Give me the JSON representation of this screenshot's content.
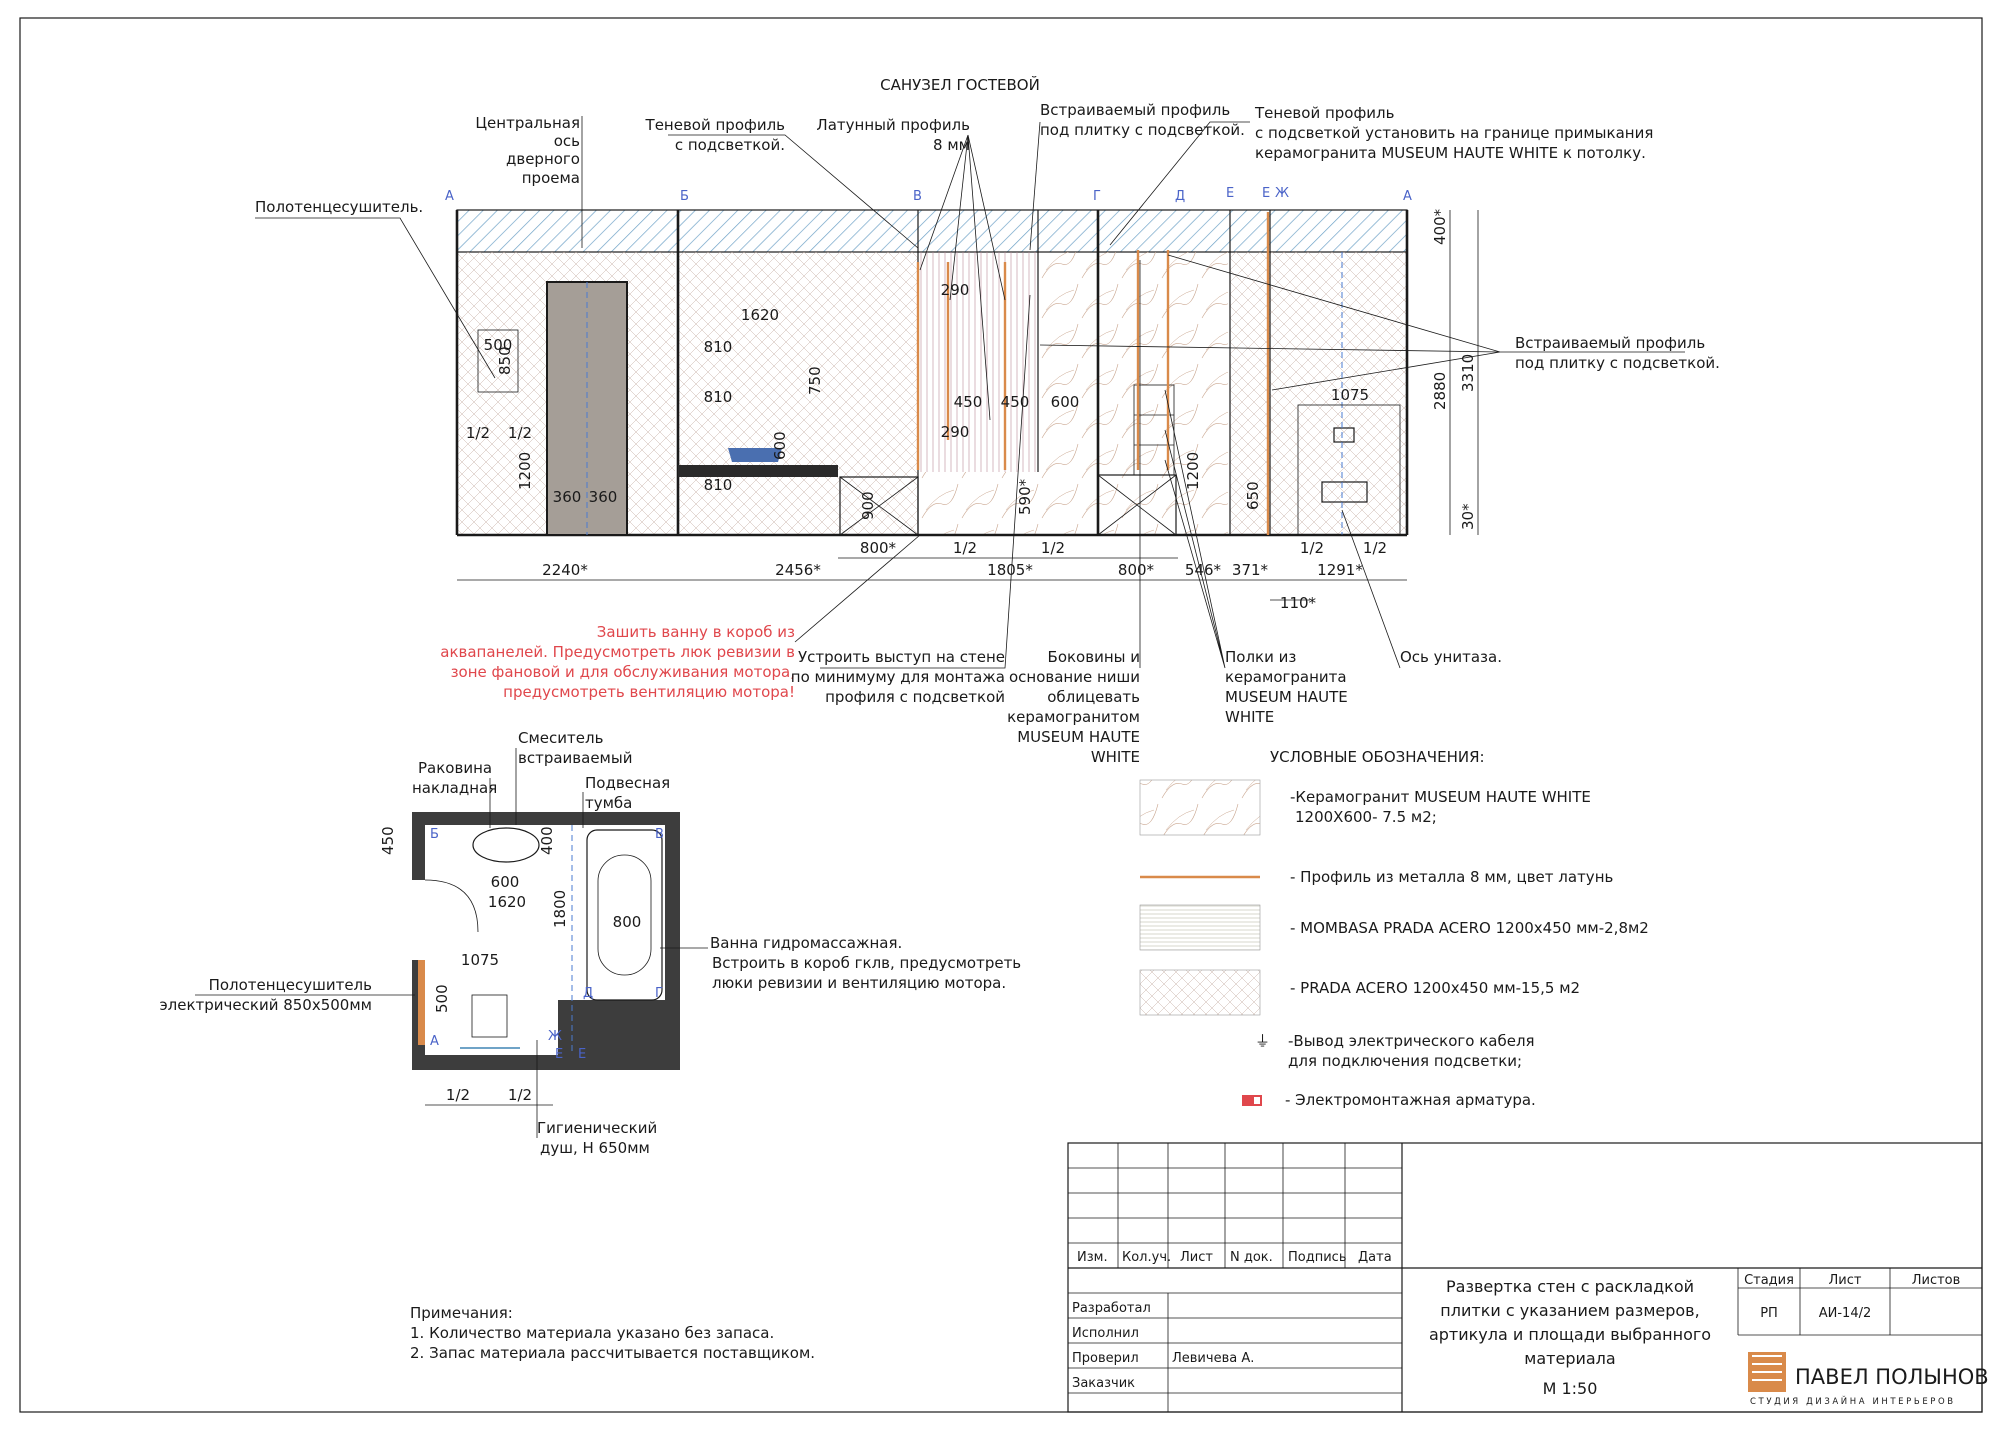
{
  "title": "САНУЗЕЛ ГОСТЕВОЙ",
  "axes_top": [
    "А",
    "Б",
    "В",
    "Г",
    "Д",
    "Е",
    "Е",
    "Ж",
    "А"
  ],
  "callouts": {
    "central_axis": [
      "Центральная",
      "ось",
      "дверного",
      "проема"
    ],
    "towel_top": "Полотенцесушитель.",
    "shadow_profile": [
      "Теневой профиль",
      "с подсветкой."
    ],
    "brass_profile": [
      "Латунный профиль",
      "8 мм"
    ],
    "builtin_profile_top": [
      "Встраиваемый профиль",
      "под плитку с подсветкой."
    ],
    "shadow_profile_right": [
      "Теневой профиль",
      "с подсветкой установить на границе примыкания",
      "керамогранита MUSEUM HAUTE WHITE к потолку."
    ],
    "builtin_profile_right": [
      "Встраиваемый профиль",
      "под плитку с подсветкой."
    ],
    "bath_note": [
      "Зашить ванну в короб из",
      "аквапанелей. Предусмотреть люк ревизии в",
      "зоне фановой и для обслуживания мотора,",
      "предусмотреть вентиляцию мотора!"
    ],
    "wall_protrusion": [
      "Устроить выступ на стене",
      "по минимуму для монтажа",
      "профиля с подсветкой"
    ],
    "niche_sides": [
      "Боковины и",
      "основание ниши",
      "облицевать",
      "керамогранитом",
      "MUSEUM HAUTE",
      "WHITE"
    ],
    "shelves": [
      "Полки из",
      "керамогранита",
      "MUSEUM HAUTE",
      "WHITE"
    ],
    "toilet_axis": "Ось унитаза."
  },
  "dims_elev": {
    "bottom": [
      "2240*",
      "2456*",
      "800*",
      "1/2",
      "1/2",
      "1805*",
      "800*",
      "546*",
      "371*",
      "1/2",
      "1/2",
      "1291*",
      "110*"
    ],
    "inner": [
      "500",
      "850",
      "1/2",
      "1/2",
      "1200",
      "360",
      "360",
      "1620",
      "810",
      "810",
      "810",
      "750",
      "600",
      "900",
      "290",
      "290",
      "450",
      "450",
      "600",
      "590*",
      "1200",
      "650",
      "1075"
    ],
    "right": [
      "400*",
      "2880",
      "3310",
      "30*"
    ]
  },
  "plan": {
    "labels": {
      "sink": [
        "Раковина",
        "накладная"
      ],
      "mixer": [
        "Смеситель",
        "встраиваемый"
      ],
      "cabinet": [
        "Подвесная",
        "тумба"
      ],
      "bath": [
        "Ванна гидромассажная.",
        "Встроить в короб гклв, предусмотреть",
        "люки ревизии и вентиляцию мотора."
      ],
      "towel": [
        "Полотенцесушитель",
        "электрический 850х500мм"
      ],
      "shower": [
        "Гигиенический",
        "душ, Н 650мм"
      ]
    },
    "dims": [
      "450",
      "400",
      "600",
      "1620",
      "1800",
      "800",
      "1075",
      "500",
      "1/2",
      "1/2"
    ],
    "axes": [
      "Б",
      "В",
      "А",
      "Д",
      "Г",
      "Ж",
      "Е",
      "Е"
    ]
  },
  "legend": {
    "title": "УСЛОВНЫЕ ОБОЗНАЧЕНИЯ:",
    "items": [
      [
        "-Керамогранит MUSEUM HAUTE WHITE",
        "1200Х600- 7.5 м2;"
      ],
      [
        "- Профиль из металла 8 мм, цвет латунь"
      ],
      [
        "- MOMBASA PRADA ACERO 1200х450 мм-2,8м2"
      ],
      [
        "- PRADA ACERO 1200х450 мм-15,5 м2"
      ],
      [
        "-Вывод электрического кабеля",
        "для подключения подсветки;"
      ],
      [
        "- Электромонтажная арматура."
      ]
    ]
  },
  "notes": [
    "Примечания:",
    "1. Количество материала указано без запаса.",
    "2. Запас материала рассчитывается поставщиком."
  ],
  "stamp": {
    "cols": [
      "Изм.",
      "Кол.уч.",
      "Лист",
      "N док.",
      "Подпись",
      "Дата"
    ],
    "rows": [
      "Разработал",
      "Исполнил",
      "Проверил",
      "Заказчик"
    ],
    "checker": "Левичева А.",
    "title": [
      "Развертка стен с раскладкой",
      "плитки с указанием размеров,",
      "артикула и площади выбранного",
      "материала"
    ],
    "scale": "М 1:50",
    "stage_h": "Стадия",
    "sheet_h": "Лист",
    "sheets_h": "Листов",
    "stage": "РП",
    "sheet": "АИ-14/2",
    "logo": "ПАВЕЛ ПОЛЫНОВ",
    "logo_sub": "СТУДИЯ ДИЗАЙНА ИНТЕРЬЕРОВ"
  },
  "colors": {
    "accent": "#d98a4a",
    "note_red": "#e0474c",
    "axis_blue": "#4a63c8",
    "hatch": "#6fa3c7"
  }
}
